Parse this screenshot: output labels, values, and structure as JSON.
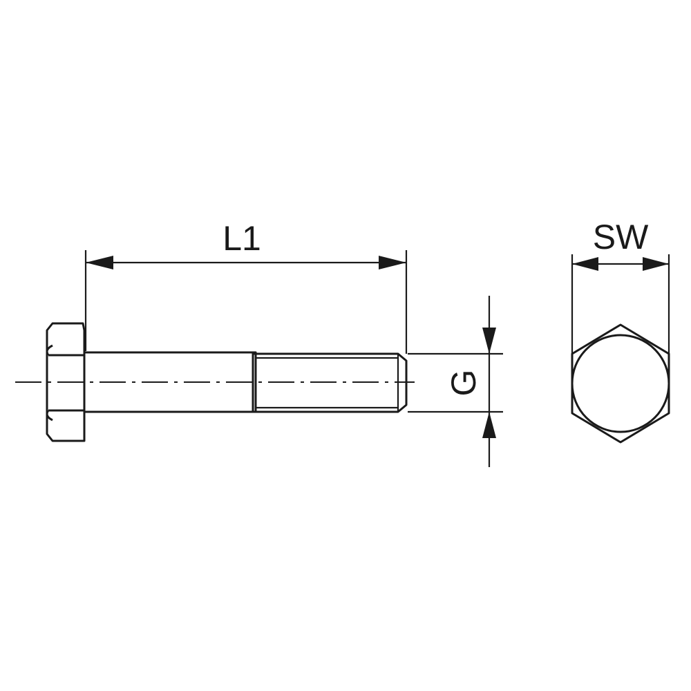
{
  "diagram": {
    "dimensions": {
      "length_label": "L1",
      "thread_label": "G",
      "width_across_flats_label": "SW"
    },
    "colors": {
      "bolt_fill": "#6bd0f4",
      "end_view_fill": "#49c4ee",
      "outline": "#1a1a1a",
      "background": "#ffffff"
    }
  }
}
